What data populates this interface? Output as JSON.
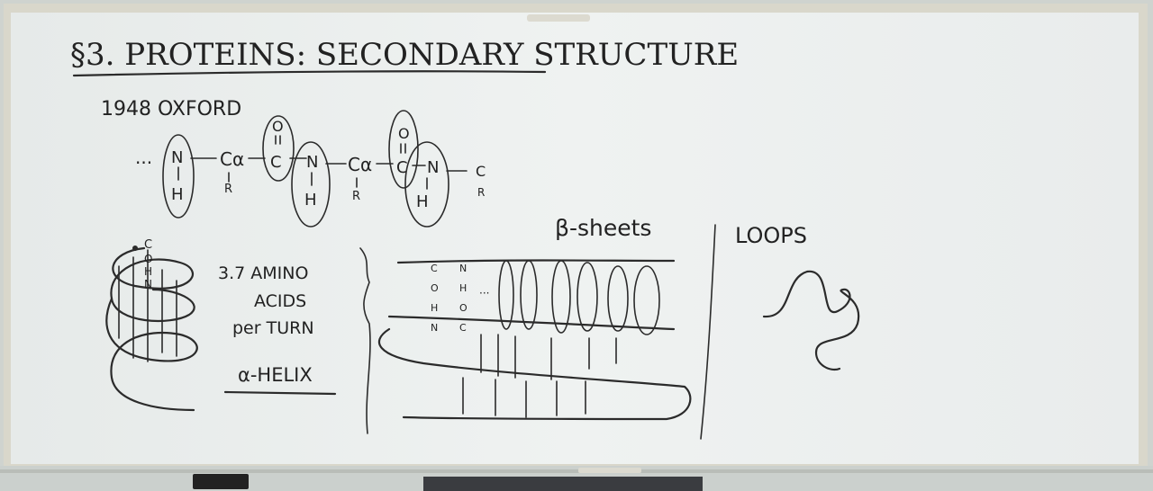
{
  "board": {
    "title": "§3. PROTEINS: SECONDARY STRUCTURE",
    "year_place": "1948 OXFORD",
    "chain": {
      "prefix": "...",
      "atoms": [
        "N",
        "H",
        "Cα",
        "R",
        "O",
        "C",
        "N",
        "H",
        "Cα",
        "R",
        "O",
        "C",
        "N",
        "H",
        "C",
        "R"
      ]
    },
    "helix": {
      "atom_labels": [
        "C",
        "O",
        "H",
        "N"
      ],
      "note_line1": "3.7 AMINO",
      "note_line2": "ACIDS",
      "note_line3": "per TURN",
      "name": "α-HELIX"
    },
    "sheets": {
      "heading": "β-sheets",
      "strand_labels_left": [
        "C",
        "O",
        "H",
        "N"
      ],
      "strand_labels_right": [
        "N",
        "H",
        "O",
        "C"
      ]
    },
    "loops": {
      "heading": "LOOPS"
    }
  },
  "colors": {
    "board": "#eef1f0",
    "frame": "#d8d6c9",
    "ink": "#2b2b2b",
    "eraser": "#222222"
  }
}
